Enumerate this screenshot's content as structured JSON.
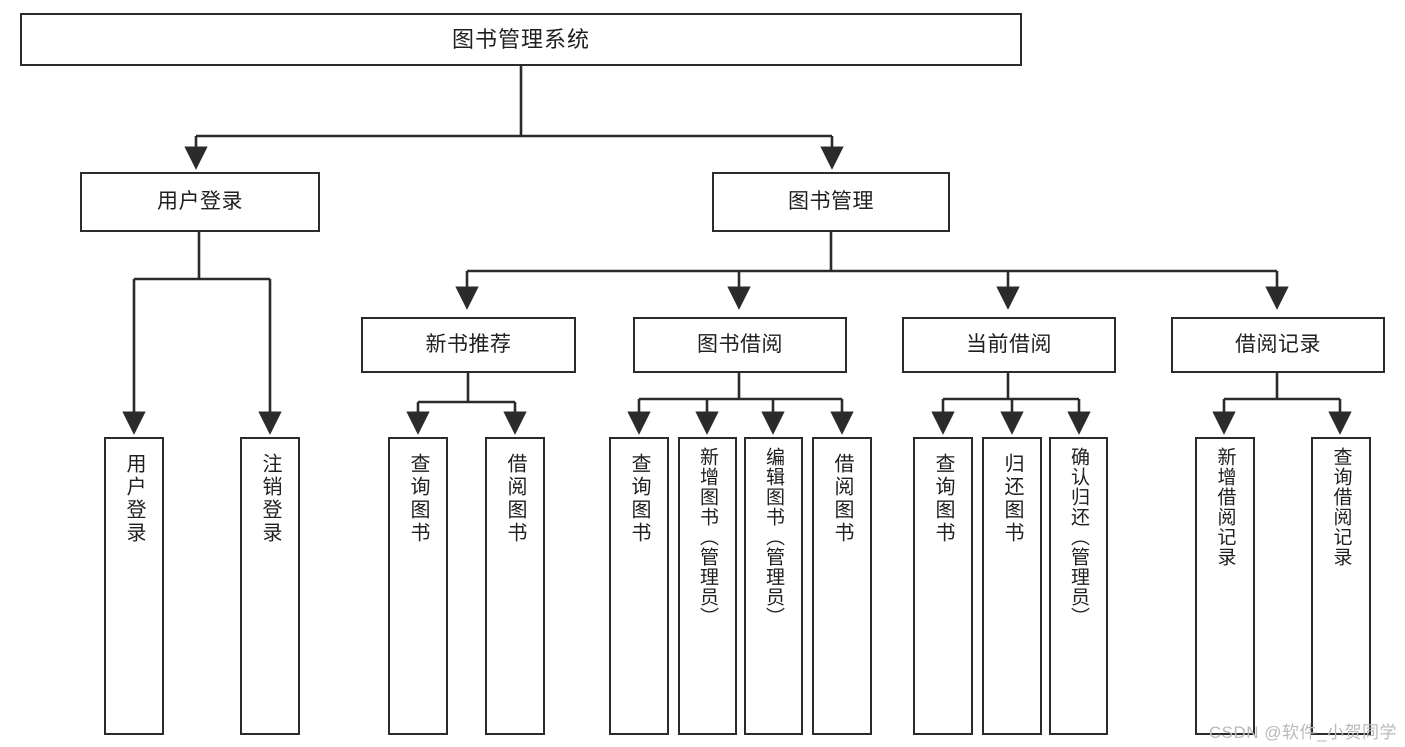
{
  "diagram": {
    "title": "图书管理系统",
    "type": "tree-hierarchy-chart",
    "watermark": "CSDN @软件_小贺同学",
    "colors": {
      "box_border": "#2b2b2b",
      "box_fill": "#ffffff",
      "edge": "#2b2b2b",
      "canvas": "#ffffff",
      "watermark": "#b9b9b9"
    },
    "levels": {
      "root": "图书管理系统",
      "level2": [
        "用户登录",
        "图书管理"
      ],
      "level3": [
        "新书推荐",
        "图书借阅",
        "当前借阅",
        "借阅记录"
      ]
    },
    "nodes": {
      "root": {
        "label": "图书管理系统"
      },
      "user_login": {
        "label": "用户登录"
      },
      "book_mgmt": {
        "label": "图书管理"
      },
      "new_book_rec": {
        "label": "新书推荐"
      },
      "book_borrow": {
        "label": "图书借阅"
      },
      "current_borrow": {
        "label": "当前借阅"
      },
      "borrow_record": {
        "label": "借阅记录"
      },
      "leaf_user_login": {
        "label": "用户登录"
      },
      "leaf_logout": {
        "label": "注销登录"
      },
      "leaf_query_book_1": {
        "label": "查询图书"
      },
      "leaf_borrow_book_1": {
        "label": "借阅图书"
      },
      "leaf_query_book_2": {
        "label": "查询图书"
      },
      "leaf_add_book": {
        "label": "新增图书（管理员）"
      },
      "leaf_edit_book": {
        "label": "编辑图书（管理员）"
      },
      "leaf_borrow_book_2": {
        "label": "借阅图书"
      },
      "leaf_query_book_3": {
        "label": "查询图书"
      },
      "leaf_return_book": {
        "label": "归还图书"
      },
      "leaf_confirm_return": {
        "label": "确认归还（管理员）"
      },
      "leaf_add_record": {
        "label": "新增借阅记录"
      },
      "leaf_query_record": {
        "label": "查询借阅记录"
      }
    },
    "edges": [
      {
        "from": "root",
        "to": "user_login"
      },
      {
        "from": "root",
        "to": "book_mgmt"
      },
      {
        "from": "user_login",
        "to": "leaf_user_login"
      },
      {
        "from": "user_login",
        "to": "leaf_logout"
      },
      {
        "from": "book_mgmt",
        "to": "new_book_rec"
      },
      {
        "from": "book_mgmt",
        "to": "book_borrow"
      },
      {
        "from": "book_mgmt",
        "to": "current_borrow"
      },
      {
        "from": "book_mgmt",
        "to": "borrow_record"
      },
      {
        "from": "new_book_rec",
        "to": "leaf_query_book_1"
      },
      {
        "from": "new_book_rec",
        "to": "leaf_borrow_book_1"
      },
      {
        "from": "book_borrow",
        "to": "leaf_query_book_2"
      },
      {
        "from": "book_borrow",
        "to": "leaf_add_book"
      },
      {
        "from": "book_borrow",
        "to": "leaf_edit_book"
      },
      {
        "from": "book_borrow",
        "to": "leaf_borrow_book_2"
      },
      {
        "from": "current_borrow",
        "to": "leaf_query_book_3"
      },
      {
        "from": "current_borrow",
        "to": "leaf_return_book"
      },
      {
        "from": "current_borrow",
        "to": "leaf_confirm_return"
      },
      {
        "from": "borrow_record",
        "to": "leaf_add_record"
      },
      {
        "from": "borrow_record",
        "to": "leaf_query_record"
      }
    ]
  }
}
